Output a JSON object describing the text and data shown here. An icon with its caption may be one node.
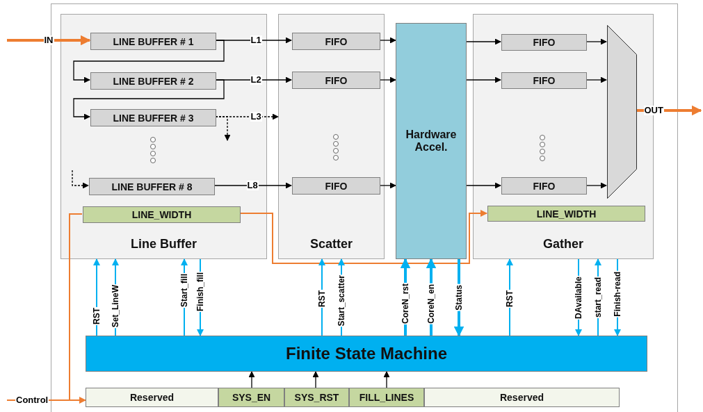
{
  "diagram": {
    "nodes": [
      {
        "text": [
          "Line Buffer"
        ]
      },
      {
        "text": [
          "LINE BUFFER # 1"
        ],
        "in": 0
      },
      {
        "text": [
          "LINE BUFFER # 2"
        ],
        "in": 0
      },
      {
        "text": [
          "LINE BUFFER # 3"
        ],
        "in": 0
      },
      {
        "text": [
          "LINE BUFFER # 8"
        ],
        "in": 0
      },
      {
        "text": [
          "LINE_WIDTH"
        ],
        "in": 0
      },
      {
        "text": [
          "Scatter"
        ]
      },
      {
        "text": [
          "FIFO"
        ],
        "in": 6
      },
      {
        "text": [
          "FIFO"
        ],
        "in": 6
      },
      {
        "text": [
          "FIFO"
        ],
        "in": 6
      },
      {
        "text": [
          "Hardware Accel."
        ]
      },
      {
        "text": [
          "Gather"
        ]
      },
      {
        "text": [
          "FIFO"
        ],
        "in": 11
      },
      {
        "text": [
          "FIFO"
        ],
        "in": 11
      },
      {
        "text": [
          "FIFO"
        ],
        "in": 11
      },
      {
        "text": [],
        "shape": "trapezoid",
        "in": 11
      },
      {
        "text": [
          "LINE_WIDTH"
        ],
        "in": 11
      },
      {
        "text": [
          "Finite State Machine"
        ]
      },
      {
        "text": [
          "Reserved"
        ]
      },
      {
        "text": [
          "SYS_EN"
        ]
      },
      {
        "text": [
          "SYS_RST"
        ]
      },
      {
        "text": [
          "FILL_LINES"
        ]
      },
      {
        "text": [
          "Reserved"
        ]
      }
    ],
    "edges": [
      {
        "from": null,
        "to": 1,
        "arrow": "to",
        "label": "IN",
        "style": "thick",
        "color": "#ed7d31"
      },
      {
        "from": 1,
        "to": 2,
        "arrow": "to"
      },
      {
        "from": 2,
        "to": 3,
        "arrow": "to"
      },
      {
        "from": 3,
        "to": null,
        "arrow": "to",
        "style": "dashed"
      },
      {
        "from": null,
        "to": 4,
        "arrow": "to",
        "style": "dashed"
      },
      {
        "from": 1,
        "to": 7,
        "arrow": "to",
        "label": "L1"
      },
      {
        "from": 2,
        "to": 8,
        "arrow": "to",
        "label": "L2"
      },
      {
        "from": 3,
        "to": 6,
        "arrow": "to",
        "label": "L3",
        "style": "dashed"
      },
      {
        "from": 4,
        "to": 9,
        "arrow": "to",
        "label": "L8"
      },
      {
        "from": 7,
        "to": 10,
        "arrow": "to"
      },
      {
        "from": 8,
        "to": 10,
        "arrow": "to"
      },
      {
        "from": 9,
        "to": 10,
        "arrow": "to"
      },
      {
        "from": 10,
        "to": 12,
        "arrow": "to"
      },
      {
        "from": 10,
        "to": 13,
        "arrow": "to"
      },
      {
        "from": 10,
        "to": 14,
        "arrow": "to"
      },
      {
        "from": 12,
        "to": 15,
        "arrow": "to"
      },
      {
        "from": 13,
        "to": 15,
        "arrow": "to"
      },
      {
        "from": 14,
        "to": 15,
        "arrow": "to"
      },
      {
        "from": 15,
        "to": null,
        "arrow": "to",
        "label": "OUT",
        "style": "thick",
        "color": "#ed7d31"
      },
      {
        "from": null,
        "to": 18,
        "arrow": "to",
        "label": "Control",
        "color": "#ed7d31"
      },
      {
        "from": null,
        "to": 5,
        "arrow": "none",
        "color": "#ed7d31"
      },
      {
        "from": 5,
        "to": 16,
        "arrow": "to",
        "color": "#ed7d31"
      },
      {
        "from": 17,
        "to": 0,
        "arrow": "to",
        "label": "RST",
        "color": "#00b0f0"
      },
      {
        "from": 17,
        "to": 0,
        "arrow": "to",
        "label": "Set_LineW",
        "color": "#00b0f0"
      },
      {
        "from": 17,
        "to": 0,
        "arrow": "to",
        "label": "Start_fill",
        "color": "#00b0f0"
      },
      {
        "from": 0,
        "to": 17,
        "arrow": "to",
        "label": "Finish_fill",
        "color": "#00b0f0"
      },
      {
        "from": 17,
        "to": 6,
        "arrow": "to",
        "label": "RST",
        "color": "#00b0f0"
      },
      {
        "from": 17,
        "to": 6,
        "arrow": "to",
        "label": "Start_scatter",
        "color": "#00b0f0"
      },
      {
        "from": 17,
        "to": 10,
        "arrow": "to",
        "label": "CoreN_rst",
        "style": "thick",
        "color": "#00b0f0"
      },
      {
        "from": 17,
        "to": 10,
        "arrow": "to",
        "label": "CoreN_en",
        "style": "thick",
        "color": "#00b0f0"
      },
      {
        "from": 10,
        "to": 17,
        "arrow": "to",
        "label": "Status",
        "style": "thick",
        "color": "#00b0f0"
      },
      {
        "from": 17,
        "to": 11,
        "arrow": "to",
        "label": "RST",
        "color": "#00b0f0"
      },
      {
        "from": 11,
        "to": 17,
        "arrow": "to",
        "label": "DAvailable",
        "color": "#00b0f0"
      },
      {
        "from": 17,
        "to": 11,
        "arrow": "to",
        "label": "start_read",
        "color": "#00b0f0"
      },
      {
        "from": 11,
        "to": 17,
        "arrow": "to",
        "label": "Finish-read",
        "color": "#00b0f0"
      },
      {
        "from": 19,
        "to": 17,
        "arrow": "to"
      },
      {
        "from": 20,
        "to": 17,
        "arrow": "to"
      },
      {
        "from": 21,
        "to": 17,
        "arrow": "to"
      }
    ]
  }
}
